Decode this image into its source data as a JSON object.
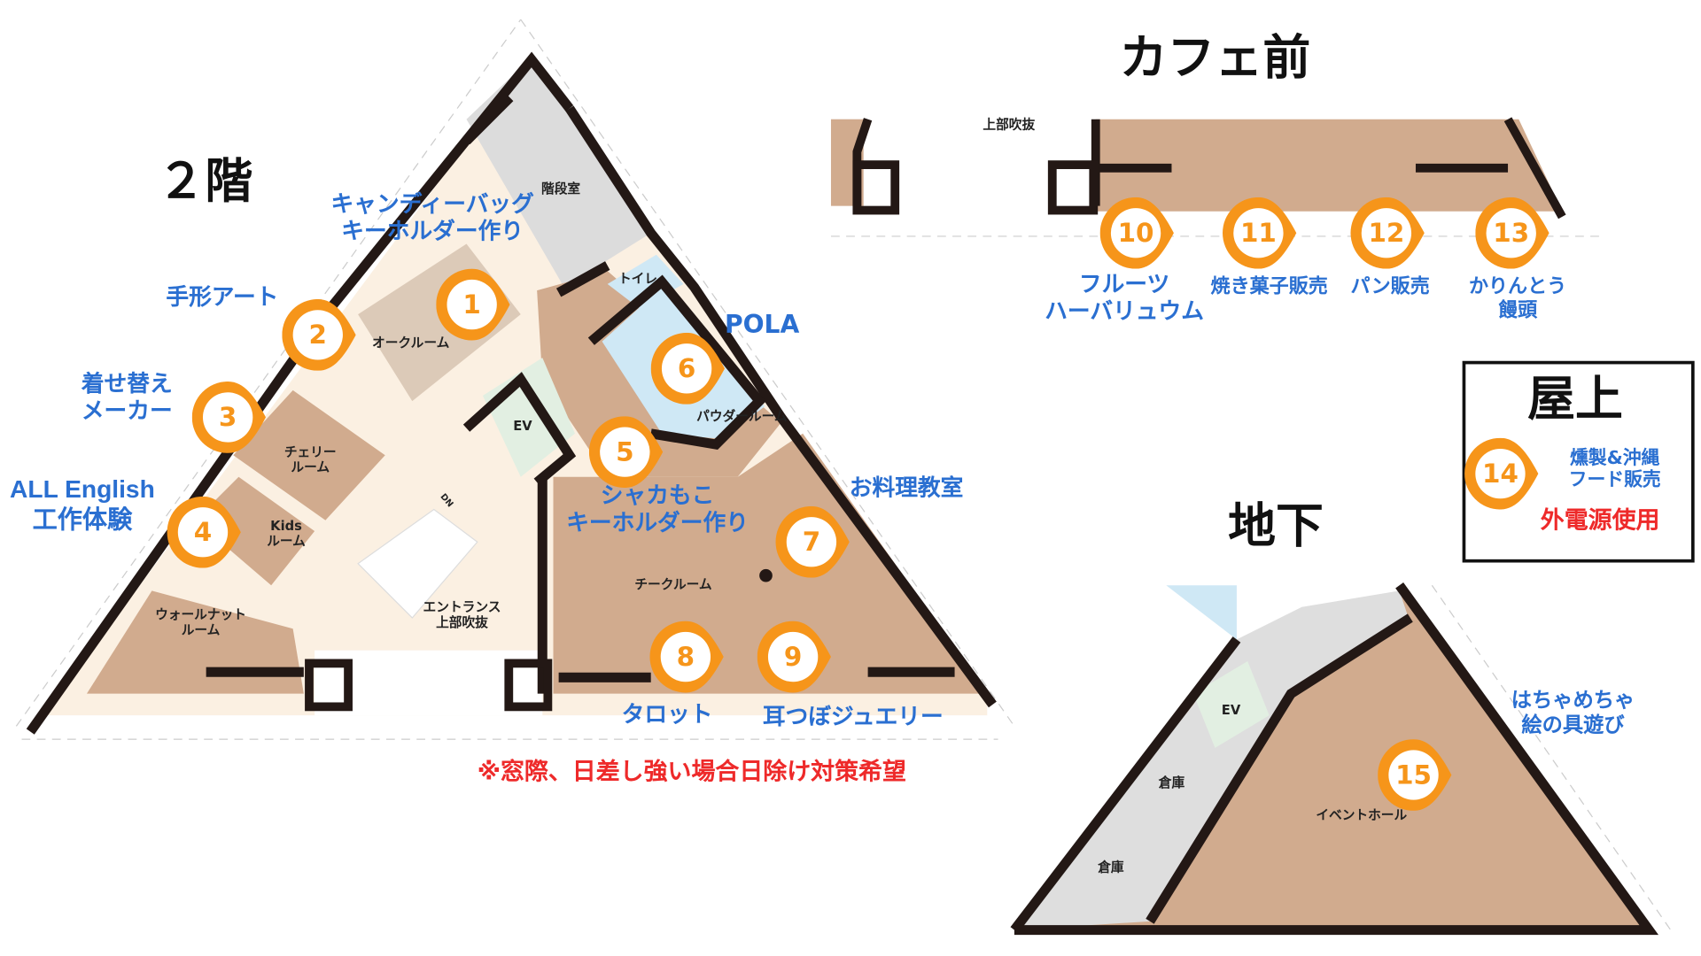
{
  "titles": {
    "floor2": "２階",
    "cafe": "カフェ前",
    "basement": "地下",
    "roof": "屋上"
  },
  "colors": {
    "pin": "#f6951a",
    "activity": "#2a6fd1",
    "warning": "#ee2a2a",
    "room_brown": "#d1ab8e",
    "corridor": "#fbf0e2",
    "wall": "#231815"
  },
  "rooms": {
    "oak": "オークルーム",
    "stairs": "階段室",
    "toilet": "トイレ",
    "powder": "パウダールーム",
    "ev": "EV",
    "cherry_1": "チェリー",
    "cherry_2": "ルーム",
    "kids_1": "Kids",
    "kids_2": "ルーム",
    "teak": "チークルーム",
    "walnut_1": "ウォールナット",
    "walnut_2": "ルーム",
    "entrance_1": "エントランス",
    "entrance_2": "上部吹抜",
    "dn": "DN",
    "cafe_void": "上部吹抜",
    "b_ev": "EV",
    "storage_1": "倉庫",
    "storage_2": "倉庫",
    "event_hall": "イベントホール"
  },
  "pins": [
    "1",
    "2",
    "3",
    "4",
    "5",
    "6",
    "7",
    "8",
    "9",
    "10",
    "11",
    "12",
    "13",
    "14",
    "15"
  ],
  "activities": {
    "a1_1": "キャンディーバッグ",
    "a1_2": "キーホルダー作り",
    "a2": "手形アート",
    "a3_1": "着せ替え",
    "a3_2": "メーカー",
    "a4_1": "ALL English",
    "a4_2": "工作体験",
    "a5_1": "シャカもこ",
    "a5_2": "キーホルダー作り",
    "a6": "POLA",
    "a7": "お料理教室",
    "a8": "タロット",
    "a9": "耳つぼジュエリー",
    "a10_1": "フルーツ",
    "a10_2": "ハーバリュウム",
    "a11": "焼き菓子販売",
    "a12": "パン販売",
    "a13_1": "かりんとう",
    "a13_2": "饅頭",
    "a14_1": "燻製&沖縄",
    "a14_2": "フード販売",
    "a15_1": "はちゃめちゃ",
    "a15_2": "絵の具遊び"
  },
  "notes": {
    "window": "※窓際、日差し強い場合日除け対策希望",
    "power": "外電源使用"
  }
}
